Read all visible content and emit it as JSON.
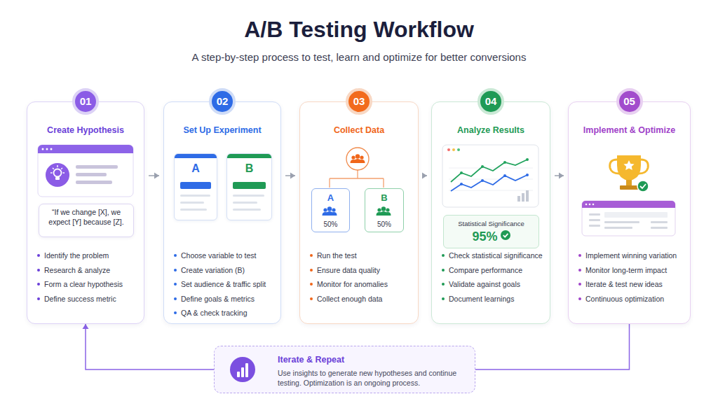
{
  "diagram": {
    "title": "A/B Testing Workflow",
    "caption": "A step-by-step process to test, learn and optimize for better conversions",
    "nodes": [
      {
        "text": [
          "01",
          "Create Hypothesis",
          "Identify the problem",
          "Research & analyze",
          "Form a clear hypothesis",
          "Define success metric"
        ]
      },
      {
        "text": [
          "“If we change [X], we expect [Y] because [Z]."
        ],
        "in": 0
      },
      {
        "text": [
          "02",
          "Set Up Experiment",
          "Choose variable to test",
          "Create variation (B)",
          "Set audience & traffic split",
          "Define goals & metrics",
          "QA & check tracking"
        ]
      },
      {
        "text": [
          "A"
        ],
        "in": 2
      },
      {
        "text": [
          "B"
        ],
        "in": 2
      },
      {
        "text": [
          "03",
          "Collect Data",
          "Run the test",
          "Ensure data quality",
          "Monitor for anomalies",
          "Collect enough data"
        ]
      },
      {
        "text": [
          "A",
          "50%"
        ],
        "in": 5
      },
      {
        "text": [
          "B",
          "50%"
        ],
        "in": 5
      },
      {
        "text": [
          "04",
          "Analyze Results",
          "Check statistical significance",
          "Compare performance",
          "Validate against goals",
          "Document learnings"
        ]
      },
      {
        "text": [
          "Statistical Significance",
          "95%"
        ],
        "in": 8
      },
      {
        "text": [
          "05",
          "Implement & Optimize",
          "Implement winning variation",
          "Monitor long-term impact",
          "Iterate & test new ideas",
          "Continuous optimization"
        ]
      },
      {
        "text": [
          "Iterate & Repeat",
          "Use insights to generate new hypotheses and continue testing. Optimization is an ongoing process."
        ]
      }
    ],
    "edges": [
      {
        "from": 0,
        "to": 2,
        "arrow": "to"
      },
      {
        "from": 2,
        "to": 5,
        "arrow": "to"
      },
      {
        "from": 5,
        "to": 8,
        "arrow": "to"
      },
      {
        "from": 8,
        "to": 10,
        "arrow": "to"
      },
      {
        "from": 10,
        "to": 11,
        "arrow": "none"
      },
      {
        "from": 11,
        "to": 0,
        "arrow": "to"
      }
    ]
  }
}
